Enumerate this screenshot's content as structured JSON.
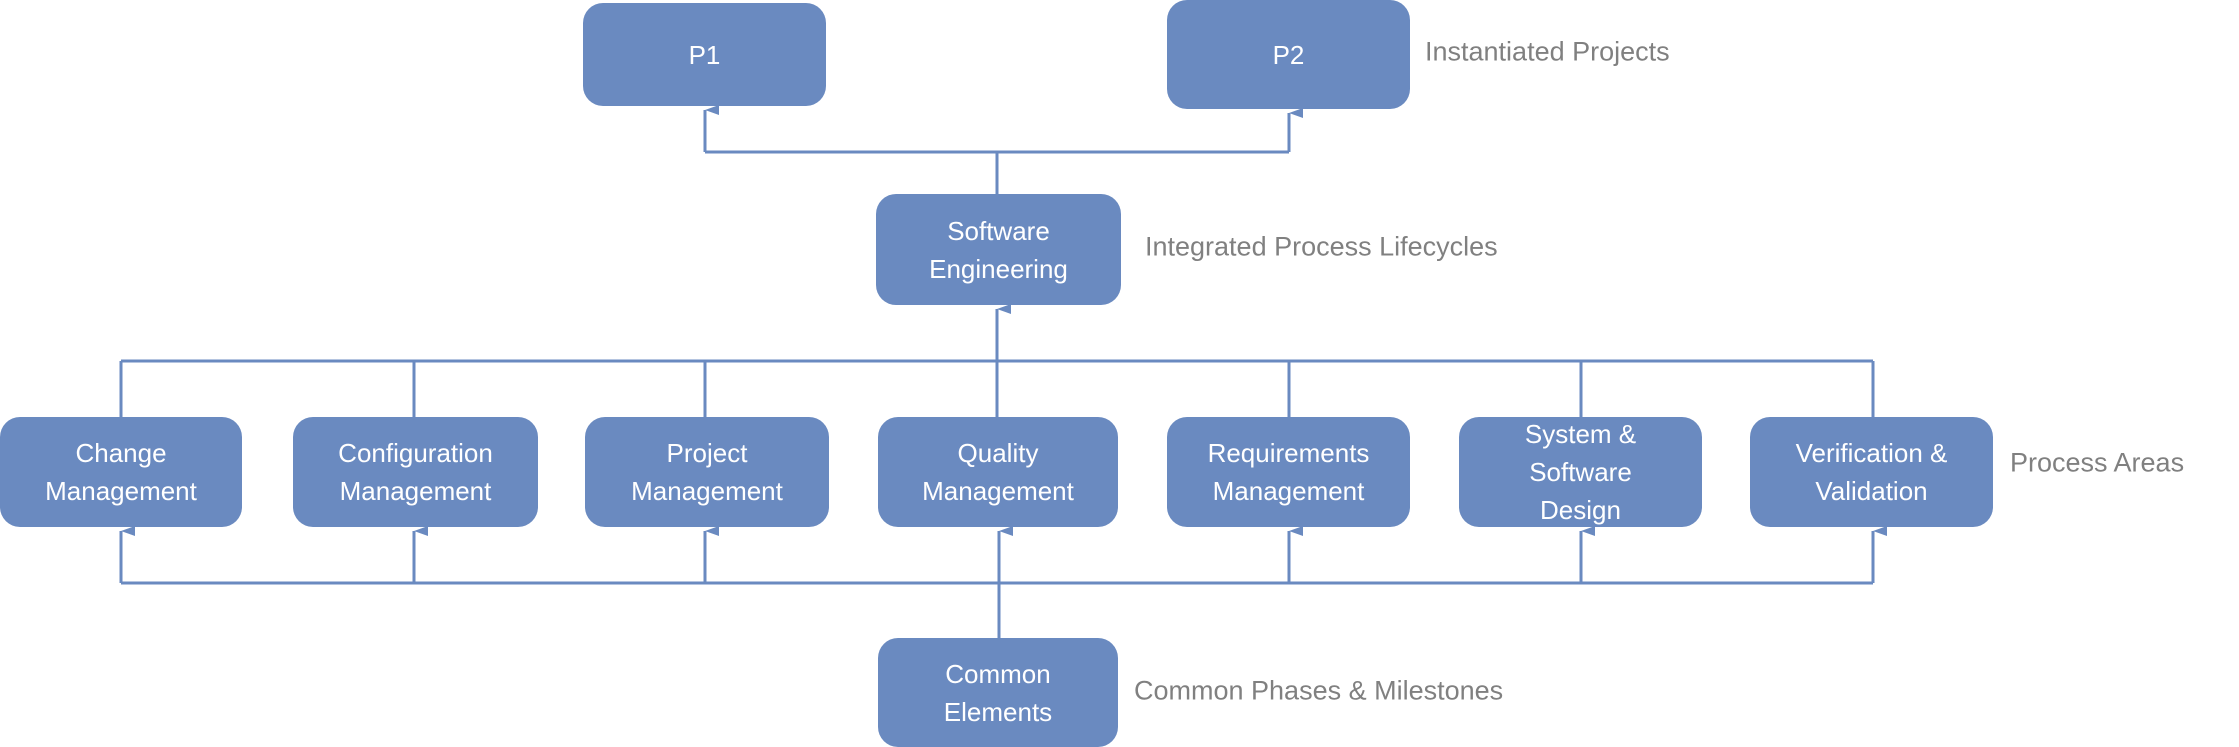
{
  "diagram": {
    "colors": {
      "box": "#6a8ac0",
      "line": "#6a8ac0",
      "label": "#808080"
    },
    "projects": [
      {
        "id": "p1",
        "label": "P1"
      },
      {
        "id": "p2",
        "label": "P2"
      }
    ],
    "lifecycle": {
      "label": "Software Engineering"
    },
    "process_areas": [
      {
        "id": "change",
        "label": "Change Management"
      },
      {
        "id": "configuration",
        "label": "Configuration Management"
      },
      {
        "id": "project",
        "label": "Project Management"
      },
      {
        "id": "quality",
        "label": "Quality Management"
      },
      {
        "id": "requirements",
        "label": "Requirements Management"
      },
      {
        "id": "system-software-design",
        "label": "System & Software Design"
      },
      {
        "id": "verification-validation",
        "label": "Verification & Validation"
      }
    ],
    "common": {
      "label": "Common Elements"
    },
    "layer_labels": {
      "projects": "Instantiated Projects",
      "lifecycle": "Integrated Process Lifecycles",
      "process_areas": "Process Areas",
      "common": "Common Phases & Milestones"
    }
  }
}
